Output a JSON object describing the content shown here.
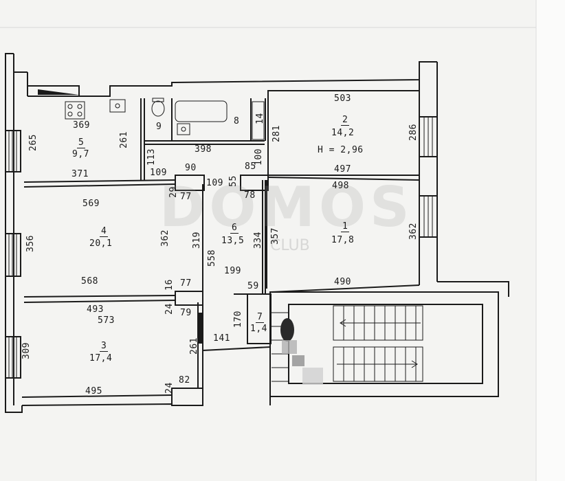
{
  "colors": {
    "paper": "#f4f4f2",
    "ink": "#1a1a1a",
    "watermark": "#969696"
  },
  "watermark": {
    "main": "DOMOS",
    "sub": "CLUB"
  },
  "rooms": {
    "r1": {
      "num": "1",
      "area": "17,8"
    },
    "r2": {
      "num": "2",
      "area": "14,2",
      "height": "H = 2,96"
    },
    "r3": {
      "num": "3",
      "area": "17,4"
    },
    "r4": {
      "num": "4",
      "area": "20,1"
    },
    "r5": {
      "num": "5",
      "area": "9,7"
    },
    "r6": {
      "num": "6",
      "area": "13,5"
    },
    "r7": {
      "num": "7",
      "area": "1,4"
    },
    "wc": "9",
    "bath": "8"
  },
  "dims": {
    "d369": "369",
    "d265": "265",
    "d261a": "261",
    "d371": "371",
    "d113": "113",
    "d109a": "109",
    "d90": "90",
    "d398": "398",
    "d14": "14",
    "d281": "281",
    "d100": "100",
    "d85": "85",
    "d503": "503",
    "d286": "286",
    "d497": "497",
    "d498": "498",
    "d109b": "109",
    "d55": "55",
    "d29": "29",
    "d77a": "77",
    "d78": "78",
    "d569": "569",
    "d362a": "362",
    "d356": "356",
    "d568": "568",
    "d319": "319",
    "d558": "558",
    "d334": "334",
    "d357": "357",
    "d362b": "362",
    "d199": "199",
    "d490": "490",
    "d59": "59",
    "d16": "16",
    "d77b": "77",
    "d24a": "24",
    "d79": "79",
    "d493": "493",
    "d573": "573",
    "d170": "170",
    "d141": "141",
    "d309": "309",
    "d261b": "261",
    "d24b": "24",
    "d82": "82",
    "d495": "495"
  }
}
